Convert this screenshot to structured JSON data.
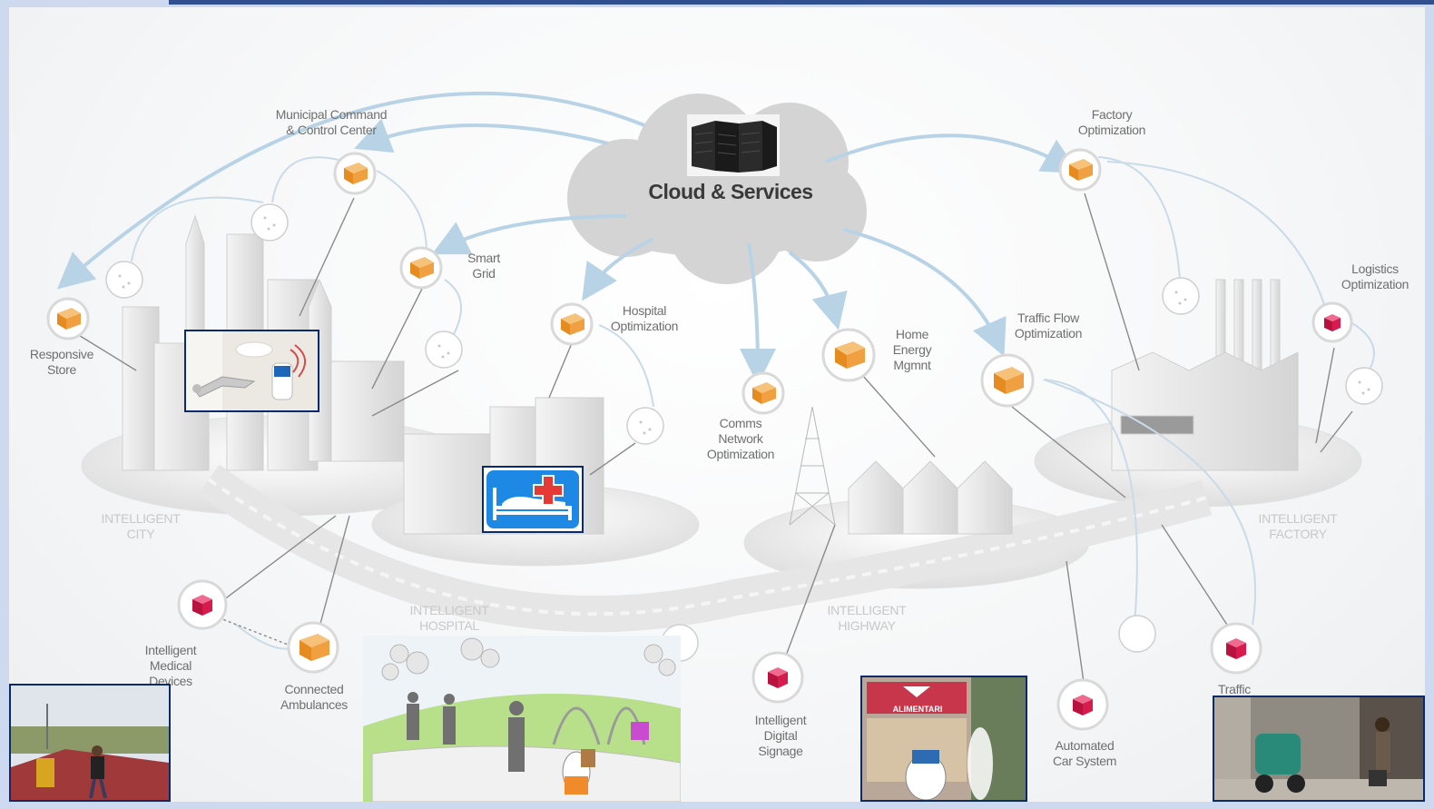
{
  "diagram": {
    "cloud_title": "Cloud & Services",
    "labels": {
      "municipal": "Municipal Command\n& Control Center",
      "factory": "Factory\nOptimization",
      "smart_grid": "Smart\nGrid",
      "logistics": "Logistics\nOptimization",
      "responsive_store": "Responsive\nStore",
      "hospital_opt": "Hospital\nOptimization",
      "home_energy": "Home\nEnergy\nMgmnt",
      "traffic_flow": "Traffic Flow\nOptimization",
      "comms": "Comms\nNetwork\nOptimization",
      "medical": "Intelligent\nMedical\nDevices",
      "ambulances": "Connected\nAmbulances",
      "signage": "Intelligent\nDigital\nSignage",
      "car_system": "Automated\nCar System",
      "traffic": "Traffic"
    },
    "zones": {
      "city": "INTELLIGENT\nCITY",
      "hospital": "INTELLIGENT\nHOSPITAL",
      "highway": "INTELLIGENT\nHIGHWAY",
      "factory": "INTELLIGENT\nFACTORY"
    },
    "photo_texts": {
      "shop_sign": "ALIMENTARI"
    }
  },
  "colors": {
    "background": "#cdd9ee",
    "top_bar": "#2f4f8f",
    "photo_border": "#0b2a6e",
    "arrow": "#b8d3e6",
    "orange_node": "#f0a040",
    "red_node": "#d81b4f",
    "hospital_icon_bg": "#1e88e5",
    "hospital_icon_cross": "#e53935"
  },
  "icons": [
    "server-rack-icon",
    "orange-cube-icon",
    "red-cube-icon",
    "hospital-bed-icon",
    "sensor-dots-icon"
  ]
}
